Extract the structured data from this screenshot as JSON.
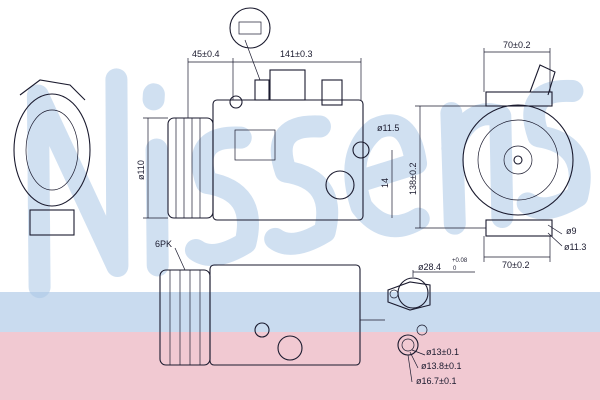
{
  "watermark": {
    "brand": "Nissens",
    "color": "#8fb3dc"
  },
  "bands": {
    "blue": "#c9dbef",
    "pink": "#f1c9d2"
  },
  "dimensions": {
    "d45": "45±0.4",
    "d141": "141±0.3",
    "d70_top": "70±0.2",
    "d11_5": "ø11.5",
    "d110": "ø110",
    "d14": "14",
    "d138": "138±0.2",
    "d9": "ø9",
    "d11_3": "ø11.3",
    "d70_bottom": "70±0.2",
    "pk": "6PK",
    "d28_4": "ø28.4",
    "d28_4_tol_upper": "+0.08",
    "d28_4_tol_lower": "0",
    "d13": "ø13±0.1",
    "d13_8": "ø13.8±0.1",
    "d16_7": "ø16.7±0.1"
  }
}
